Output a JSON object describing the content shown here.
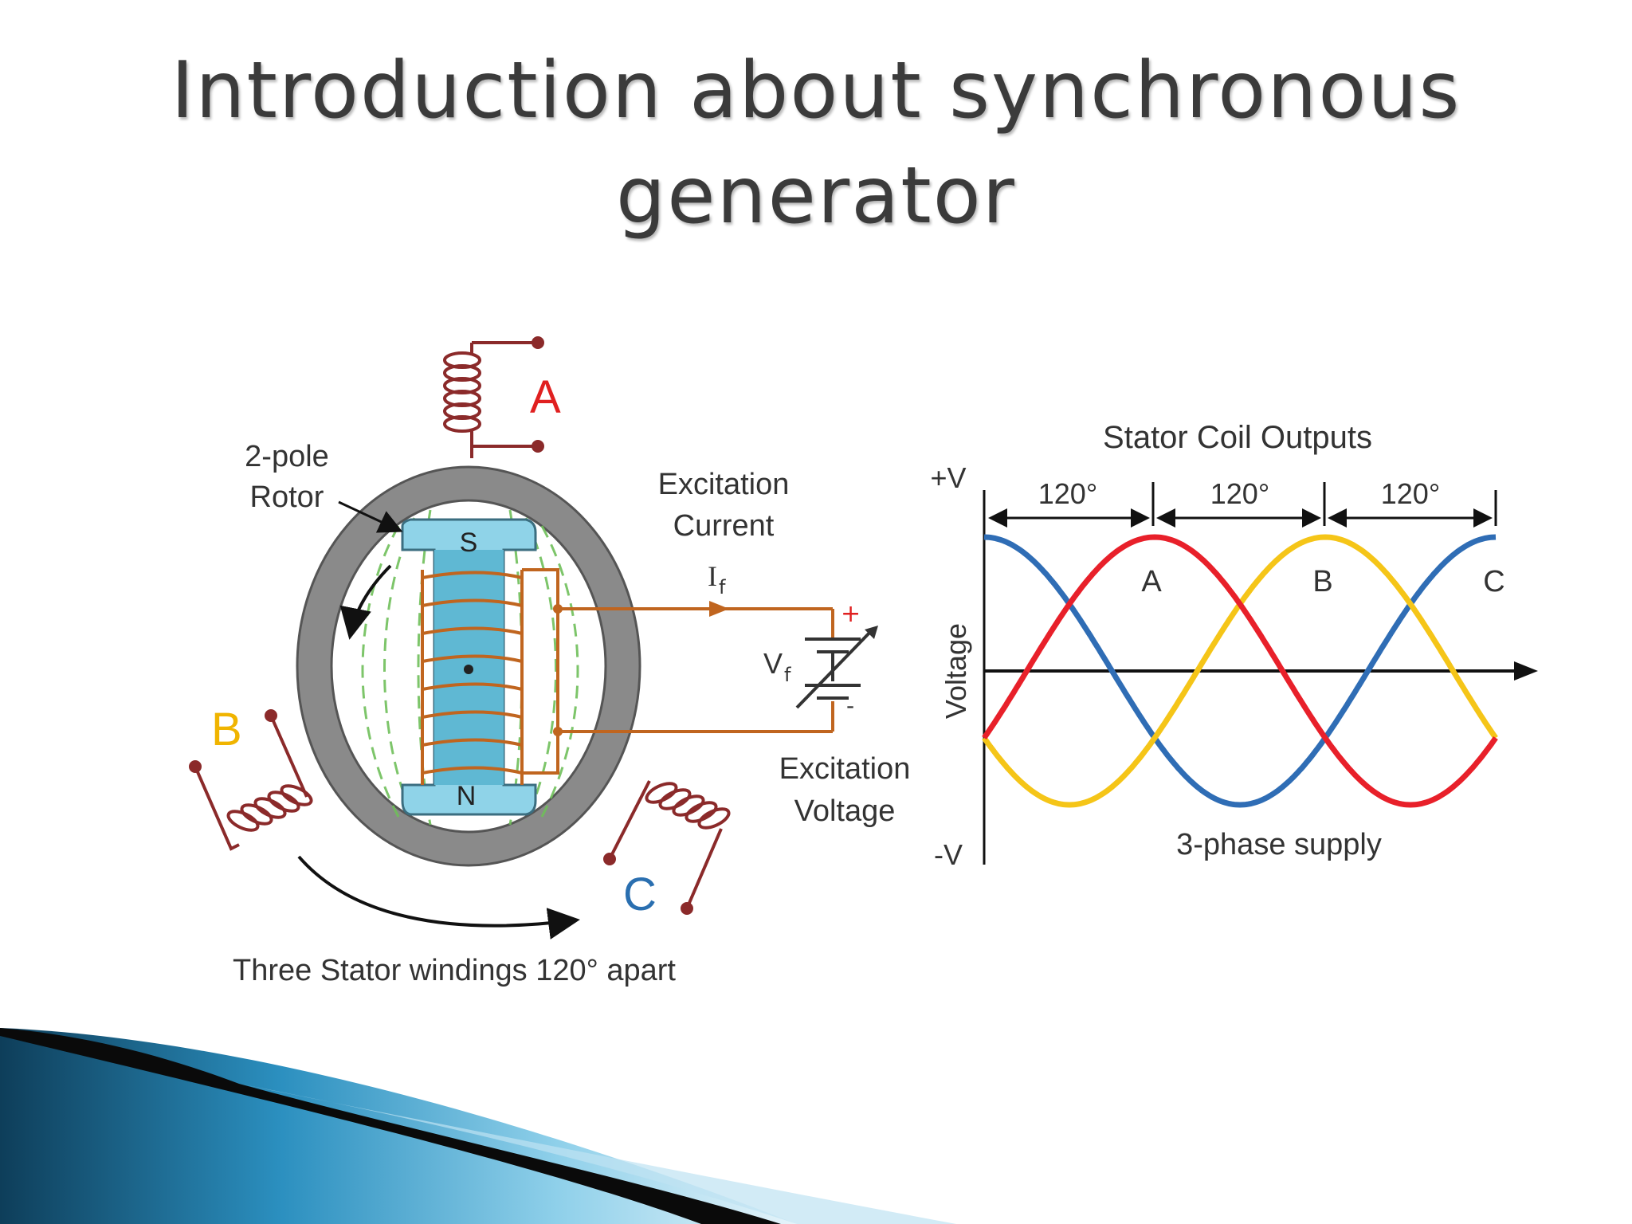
{
  "slide": {
    "title_line1": "Introduction about synchronous",
    "title_line2": "generator"
  },
  "generator_diagram": {
    "coil_a_label": "A",
    "coil_b_label": "B",
    "coil_c_label": "C",
    "rotor_label_line1": "2-pole",
    "rotor_label_line2": "Rotor",
    "pole_s": "S",
    "pole_n": "N",
    "excitation_current_line1": "Excitation",
    "excitation_current_line2": "Current",
    "current_symbol": "I",
    "current_subscript": "f",
    "voltage_symbol": "V",
    "voltage_subscript": "f",
    "plus_sign": "+",
    "minus_sign": "-",
    "excitation_voltage_line1": "Excitation",
    "excitation_voltage_line2": "Voltage",
    "caption": "Three Stator windings 120° apart",
    "colors": {
      "coil": "#8b2a2a",
      "label_a": "#e02020",
      "label_b": "#f0b400",
      "label_c": "#2a6fb0",
      "wire": "#c0651f",
      "rotor": "#8fd3e8",
      "stator": "#8a8a8a"
    }
  },
  "waveform_diagram": {
    "title": "Stator Coil Outputs",
    "pos_v": "+V",
    "neg_v": "-V",
    "y_axis_label": "Voltage",
    "angle_labels": [
      "120°",
      "120°",
      "120°"
    ],
    "peak_labels": [
      "A",
      "B",
      "C"
    ],
    "caption": "3-phase supply",
    "colors": {
      "phase_a": "#e8202a",
      "phase_b": "#f5c518",
      "phase_c": "#2f6db5"
    }
  },
  "decoration": {
    "swoosh_colors": [
      "#1b4f6e",
      "#3aa7d6",
      "#000000"
    ]
  }
}
